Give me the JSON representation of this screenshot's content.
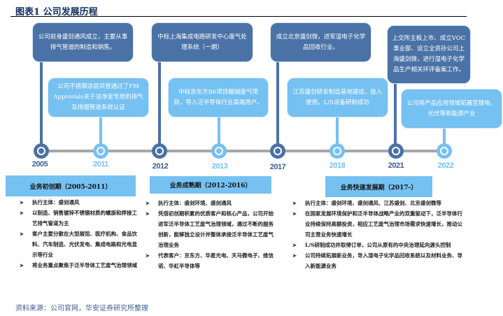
{
  "title": "图表1 公司发展历程",
  "events_top": [
    {
      "text": "公司前身盛剑通风成立，主要从事排气管道的制造和销售。"
    },
    {
      "text": "中标上海集成电路研发中心废气处理系统（一期）"
    },
    {
      "text": "成立北京盛剑微，进军湿电子化学品回收行业。"
    },
    {
      "text": "上交所主板上市、成立VOC事业部、设立全资孙公司上海盛剑微，进行湿电子化学品生产相关环评备案工作。"
    }
  ],
  "events_bottom": [
    {
      "text": "公司不锈钢涂层风管通过了FM Approvals关于洁净室专用的排气及排烟管道系统认证"
    },
    {
      "text": "中标京东方B6项目酸碱废气项目，导入泛半导体行业高端用户。"
    },
    {
      "text": "江苏盛剑研发制造基地建成，投入使用。L/S设备研制成功"
    },
    {
      "text": "公司将产品应用领域拓展至锂电、光伏等新能源产业"
    }
  ],
  "years": [
    "2005",
    "2011",
    "2012",
    "2013",
    "2017",
    "2018",
    "2021",
    "2022"
  ],
  "phases": [
    {
      "label": "业务初创期（2005-2011）",
      "items": [
        "执行主体：盛剑通风",
        "以制造、销售镀锌不锈钢材质的螺旋和焊接工艺排气管道为主",
        "客户主要分散在大型展馆、医疗机构、食品饮料、汽车制造、光伏发电、集成电路和光电显示等行业",
        "将业务重点聚焦于泛半导体工艺废气治理领域"
      ]
    },
    {
      "label": "业务成熟期（2012-2016）",
      "items": [
        "执行主体：盛剑环境、盛剑通风",
        "凭借初创期积累的优质客户和核心产品，公司开始进军泛半导体工艺废气治理领域，通过不断的服务创新，能够独立设计并整体承接泛半导体工艺废气治理业务",
        "代表客户：京东方、华星光电、天马微电子、维信诺、华虹半导体等"
      ]
    },
    {
      "label": "业务快速发展期（2017-）",
      "items": [
        "执行主体：盛剑环境、盛剑通风、江苏盛剑、北京盛剑微等",
        "在国家发展环境保护和泛半导体战略产业的双重驱动下，泛半导体行业持续保持高额投资，相应工艺废气治理市场需求快速增长，推动公司主营业务快速增长",
        "L/S研制成功并取得订单，公司从原有的中央治理延向源头控制",
        "公司持续拓展新业务，导入湿电子化学品回收系统以及材料业务、导入新能源业务"
      ]
    }
  ],
  "footer": "资料来源：公司官网，华安证券研究所整理"
}
